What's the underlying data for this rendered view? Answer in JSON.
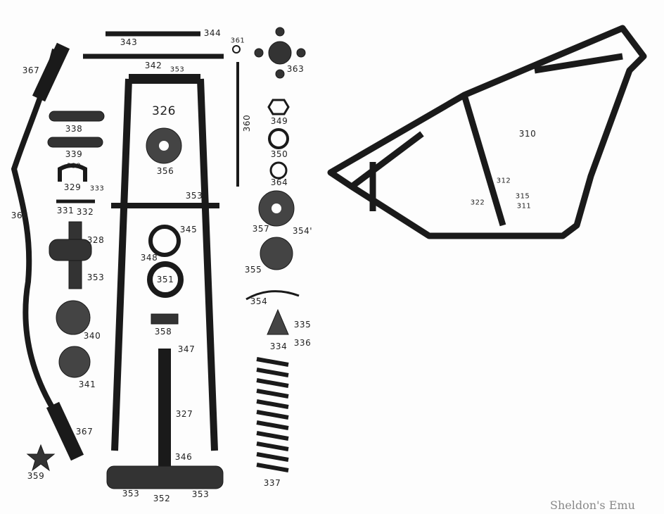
{
  "labels": [
    "343",
    "344",
    "342",
    "353",
    "361",
    "363",
    "367",
    "326",
    "338",
    "339",
    "360",
    "349",
    "350",
    "356",
    "364",
    "329",
    "330",
    "333",
    "331",
    "332",
    "353",
    "366",
    "328",
    "345",
    "357",
    "354'",
    "348",
    "353",
    "355",
    "351",
    "354",
    "340",
    "358",
    "347",
    "335",
    "334",
    "336",
    "341",
    "327",
    "367",
    "359",
    "346",
    "337",
    "353",
    "352",
    "353",
    "310",
    "312",
    "315",
    "322",
    "311"
  ],
  "watermark": "Sheldon's Emu",
  "colors": {
    "ink": "#1a1a1a",
    "paper": "#fdfdfd"
  }
}
